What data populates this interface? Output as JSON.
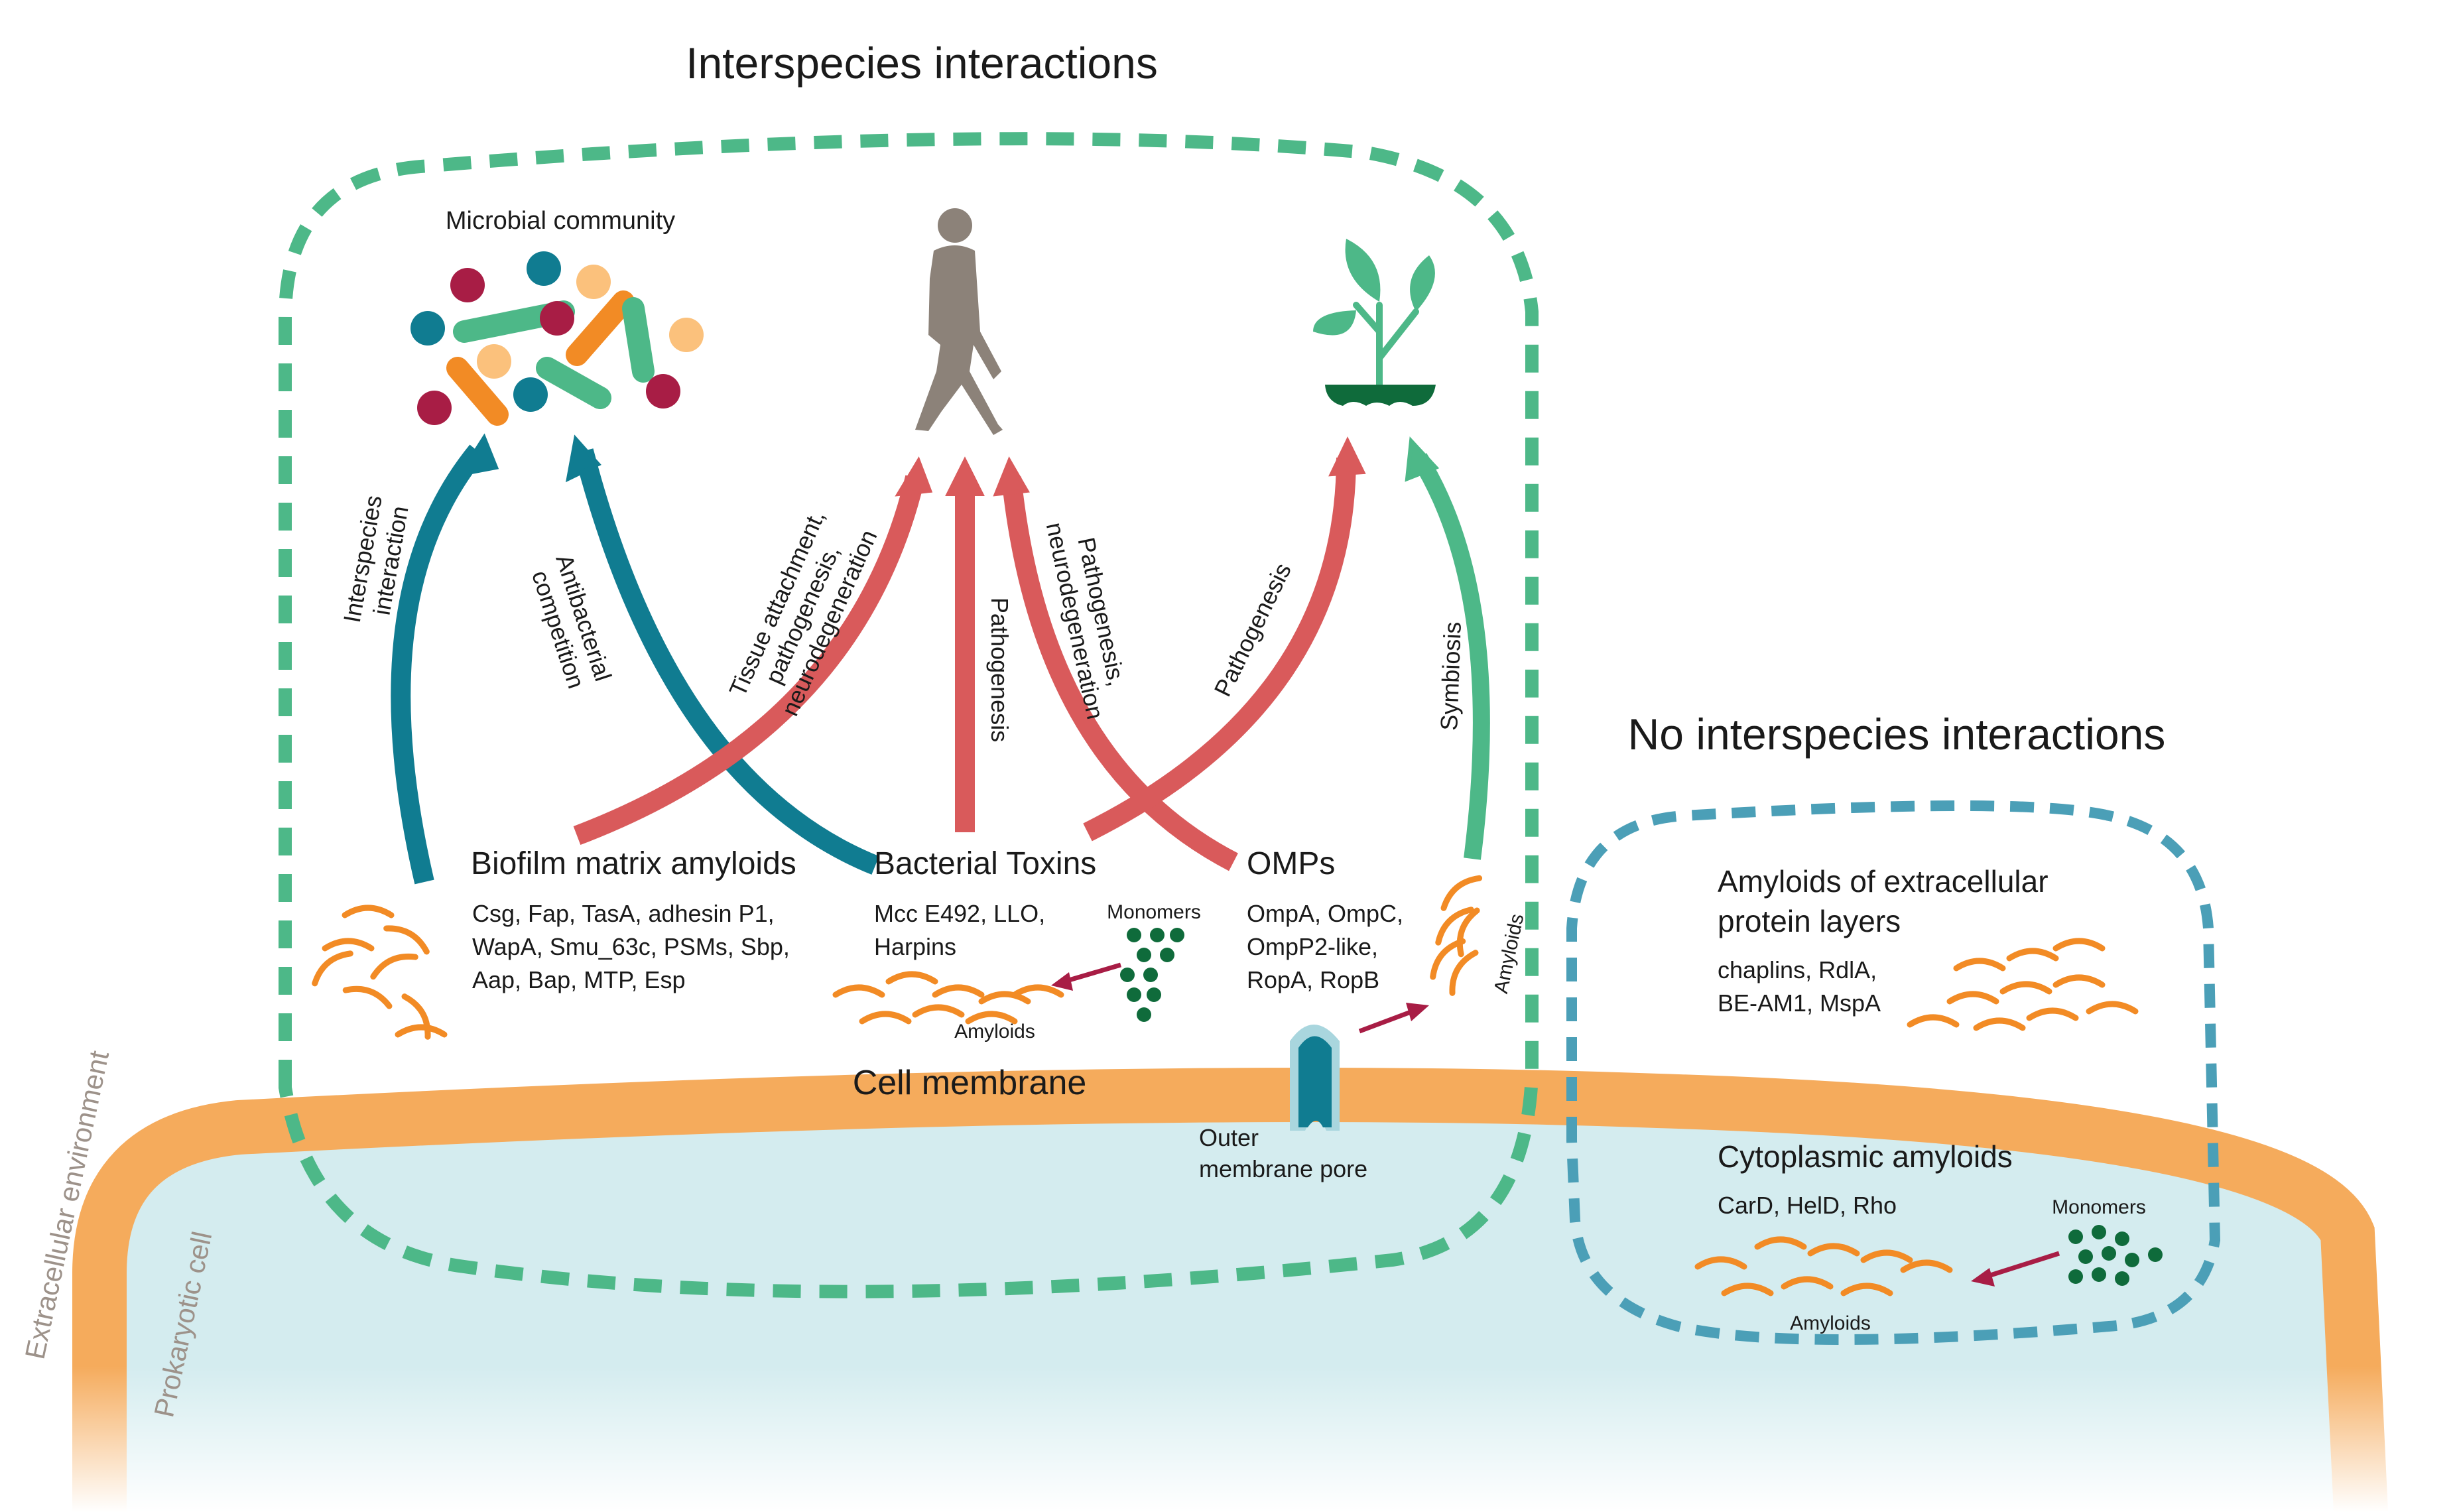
{
  "titles": {
    "interspecies": "Interspecies interactions",
    "no_interspecies": "No interspecies interactions"
  },
  "organisms": {
    "microbial_community": "Microbial community"
  },
  "arrows": {
    "interspecies_interaction": [
      "Interspecies",
      "interaction"
    ],
    "antibacterial_competition": [
      "Antibacterial",
      "competition"
    ],
    "tissue_attachment": [
      "Tissue attachment,",
      "pathogenesis,",
      "neurodegeneration"
    ],
    "pathogenesis_toxins": "Pathogenesis",
    "pathogenesis_neuro": [
      "Pathogenesis,",
      "neurodegeneration"
    ],
    "pathogenesis_plant": "Pathogenesis",
    "symbiosis": "Symbiosis"
  },
  "groups": {
    "biofilm": {
      "title": "Biofilm matrix amyloids",
      "lines": [
        "Csg, Fap, TasA, adhesin P1,",
        "WapA, Smu_63c, PSMs, Sbp,",
        "Aap, Bap, MTP, Esp"
      ]
    },
    "toxins": {
      "title": "Bacterial Toxins",
      "lines": [
        "Mcc E492, LLO,",
        "Harpins"
      ],
      "monomers": "Monomers",
      "amyloids": "Amyloids"
    },
    "omps": {
      "title": "OMPs",
      "lines": [
        "OmpA, OmpC,",
        "OmpP2-like,",
        "RopA, RopB"
      ],
      "amyloids": "Amyloids"
    },
    "extracellular_layers": {
      "title": [
        "Amyloids of extracellular",
        "protein layers"
      ],
      "lines": [
        "chaplins, RdlA,",
        "BE-AM1, MspA"
      ]
    },
    "cytoplasmic": {
      "title": "Cytoplasmic amyloids",
      "lines": [
        "CarD, HelD, Rho"
      ],
      "monomers": "Monomers",
      "amyloids": "Amyloids"
    }
  },
  "membrane": {
    "label": "Cell membrane",
    "pore": [
      "Outer",
      "membrane pore"
    ],
    "extracellular": "Extracellular environment",
    "prokaryotic": "Prokaryotic cell"
  },
  "colors": {
    "green": "#4db888",
    "teal": "#107c91",
    "red": "#d95a5b",
    "orange": "#f5ab5c",
    "amyloid": "#f28b25",
    "cytoplasm": "#d4ecef",
    "blue_dash": "#4b9fb7",
    "dark_green": "#0f6b3b",
    "crimson": "#a81d45"
  }
}
